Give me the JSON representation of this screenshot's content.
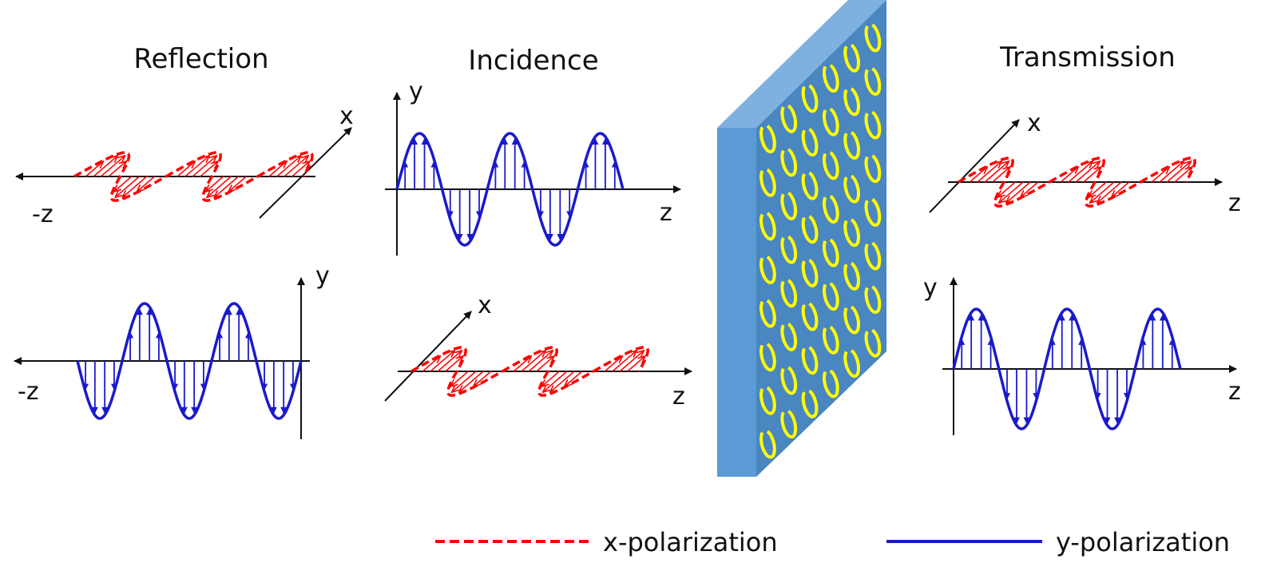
{
  "panels": {
    "reflection": {
      "title": "Reflection",
      "x_axis": "x",
      "y_axis": "y",
      "z_axis": "-z"
    },
    "incidence": {
      "title": "Incidence",
      "x_axis": "x",
      "y_axis": "y",
      "z_axis": "z"
    },
    "transmission": {
      "title": "Transmission",
      "x_axis": "x",
      "y_axis": "y",
      "z_axis": "z"
    }
  },
  "legend": {
    "x_polarization": "x-polarization",
    "y_polarization": "y-polarization"
  },
  "colors": {
    "x_polarization": "#ff0000",
    "y_polarization": "#1a1acc",
    "slab_front": "#5b9bd5",
    "slab_side": "#4a86c0",
    "slab_top": "#7fb1e0",
    "ring": "#ffff00",
    "axis": "#111111"
  },
  "metasurface": {
    "columns": 6,
    "rows": 8,
    "element": "split-ring"
  }
}
